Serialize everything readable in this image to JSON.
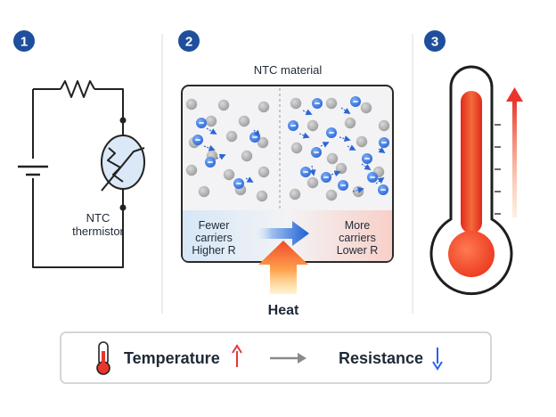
{
  "panels": [
    {
      "number": "1"
    },
    {
      "number": "2"
    },
    {
      "number": "3"
    }
  ],
  "thermistor": {
    "label_line1": "NTC",
    "label_line2": "thermistor"
  },
  "material": {
    "title": "NTC material",
    "left_line1": "Fewer",
    "left_line2": "carriers",
    "left_line3": "Higher R",
    "right_line1": "More",
    "right_line2": "carriers",
    "right_line3": "Lower R",
    "heat_label": "Heat"
  },
  "summary": {
    "temperature_label": "Temperature",
    "resistance_label": "Resistance"
  },
  "colors": {
    "badge": "#1f4f9c",
    "blue_accent": "#2563eb",
    "red_accent": "#e53935",
    "thermometer_fill": "#f0442c",
    "cold_tint": "#dbe8f7",
    "hot_tint": "#f9d5cf",
    "atom_gray": "#b8b8b8"
  },
  "icons": [
    "resistor-icon",
    "battery-icon",
    "thermistor-icon",
    "electron-icon",
    "atom-icon",
    "thermometer-icon",
    "arrow-up-icon",
    "arrow-down-icon",
    "arrow-right-icon"
  ]
}
